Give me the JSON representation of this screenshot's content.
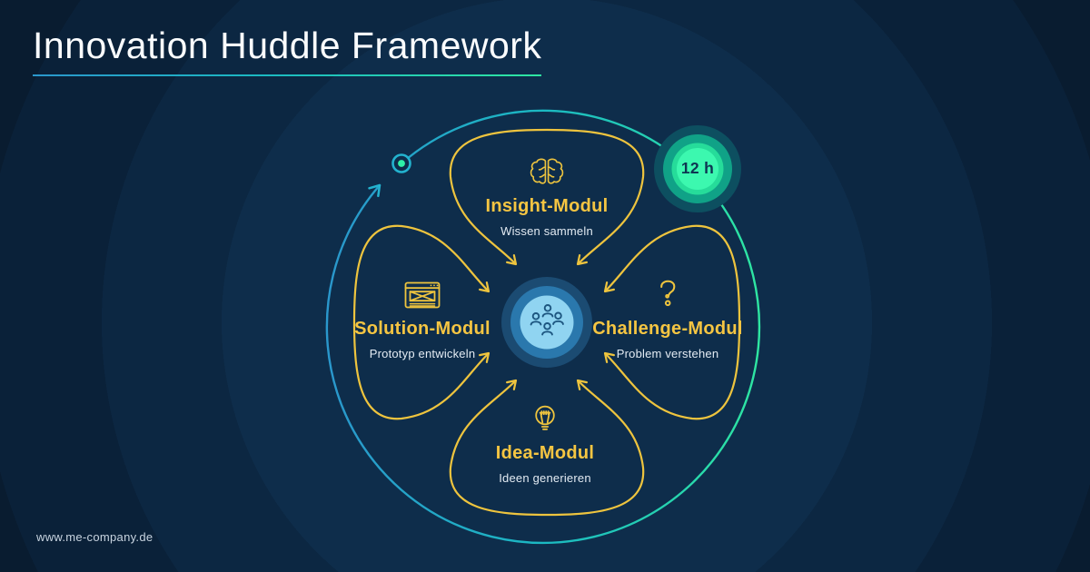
{
  "title": {
    "text": "Innovation Huddle Framework"
  },
  "badge": {
    "label": "12 h"
  },
  "center": {
    "icon": "team-huddle-icon"
  },
  "modules": [
    {
      "name": "Insight-Modul",
      "description": "Wissen sammeln",
      "icon": "brain-icon",
      "position": "top"
    },
    {
      "name": "Challenge-Modul",
      "description": "Problem verstehen",
      "icon": "question-mark-icon",
      "position": "right"
    },
    {
      "name": "Idea-Modul",
      "description": "Ideen generieren",
      "icon": "lightbulb-icon",
      "position": "bottom"
    },
    {
      "name": "Solution-Modul",
      "description": "Prototyp entwickeln",
      "icon": "prototype-window-icon",
      "position": "left"
    }
  ],
  "footer": {
    "website": "www.me-company.de"
  },
  "theme": {
    "colors": {
      "bg-deep": "#091c30",
      "bg-outer": "#0a2139",
      "bg-mid": "#0c2742",
      "bg-inner": "#0e2d4b",
      "accent-yellow": "#eec43e",
      "title-yellow": "#f5c542",
      "text-white": "#fafcfe",
      "subtitle-text": "#e3ebf3",
      "footer-text": "#c8d4e0",
      "circle-blue": "#2a97cc",
      "circle-teal": "#1bb9c2",
      "circle-green": "#2ee6a2",
      "dot-green": "#2ef0a8",
      "teal-arrow": "#23b3cf",
      "center-outer": "#1b4b72",
      "center-mid": "#2a78ad",
      "center-inner": "#90d4f1",
      "center-icon": "#1d5680",
      "badge-outer": "#0d4f60",
      "badge-ring": "#10a287",
      "badge-glow": "#26dc9a",
      "badge-inner": "#3cf8af",
      "badge-text": "#0e3552"
    }
  }
}
